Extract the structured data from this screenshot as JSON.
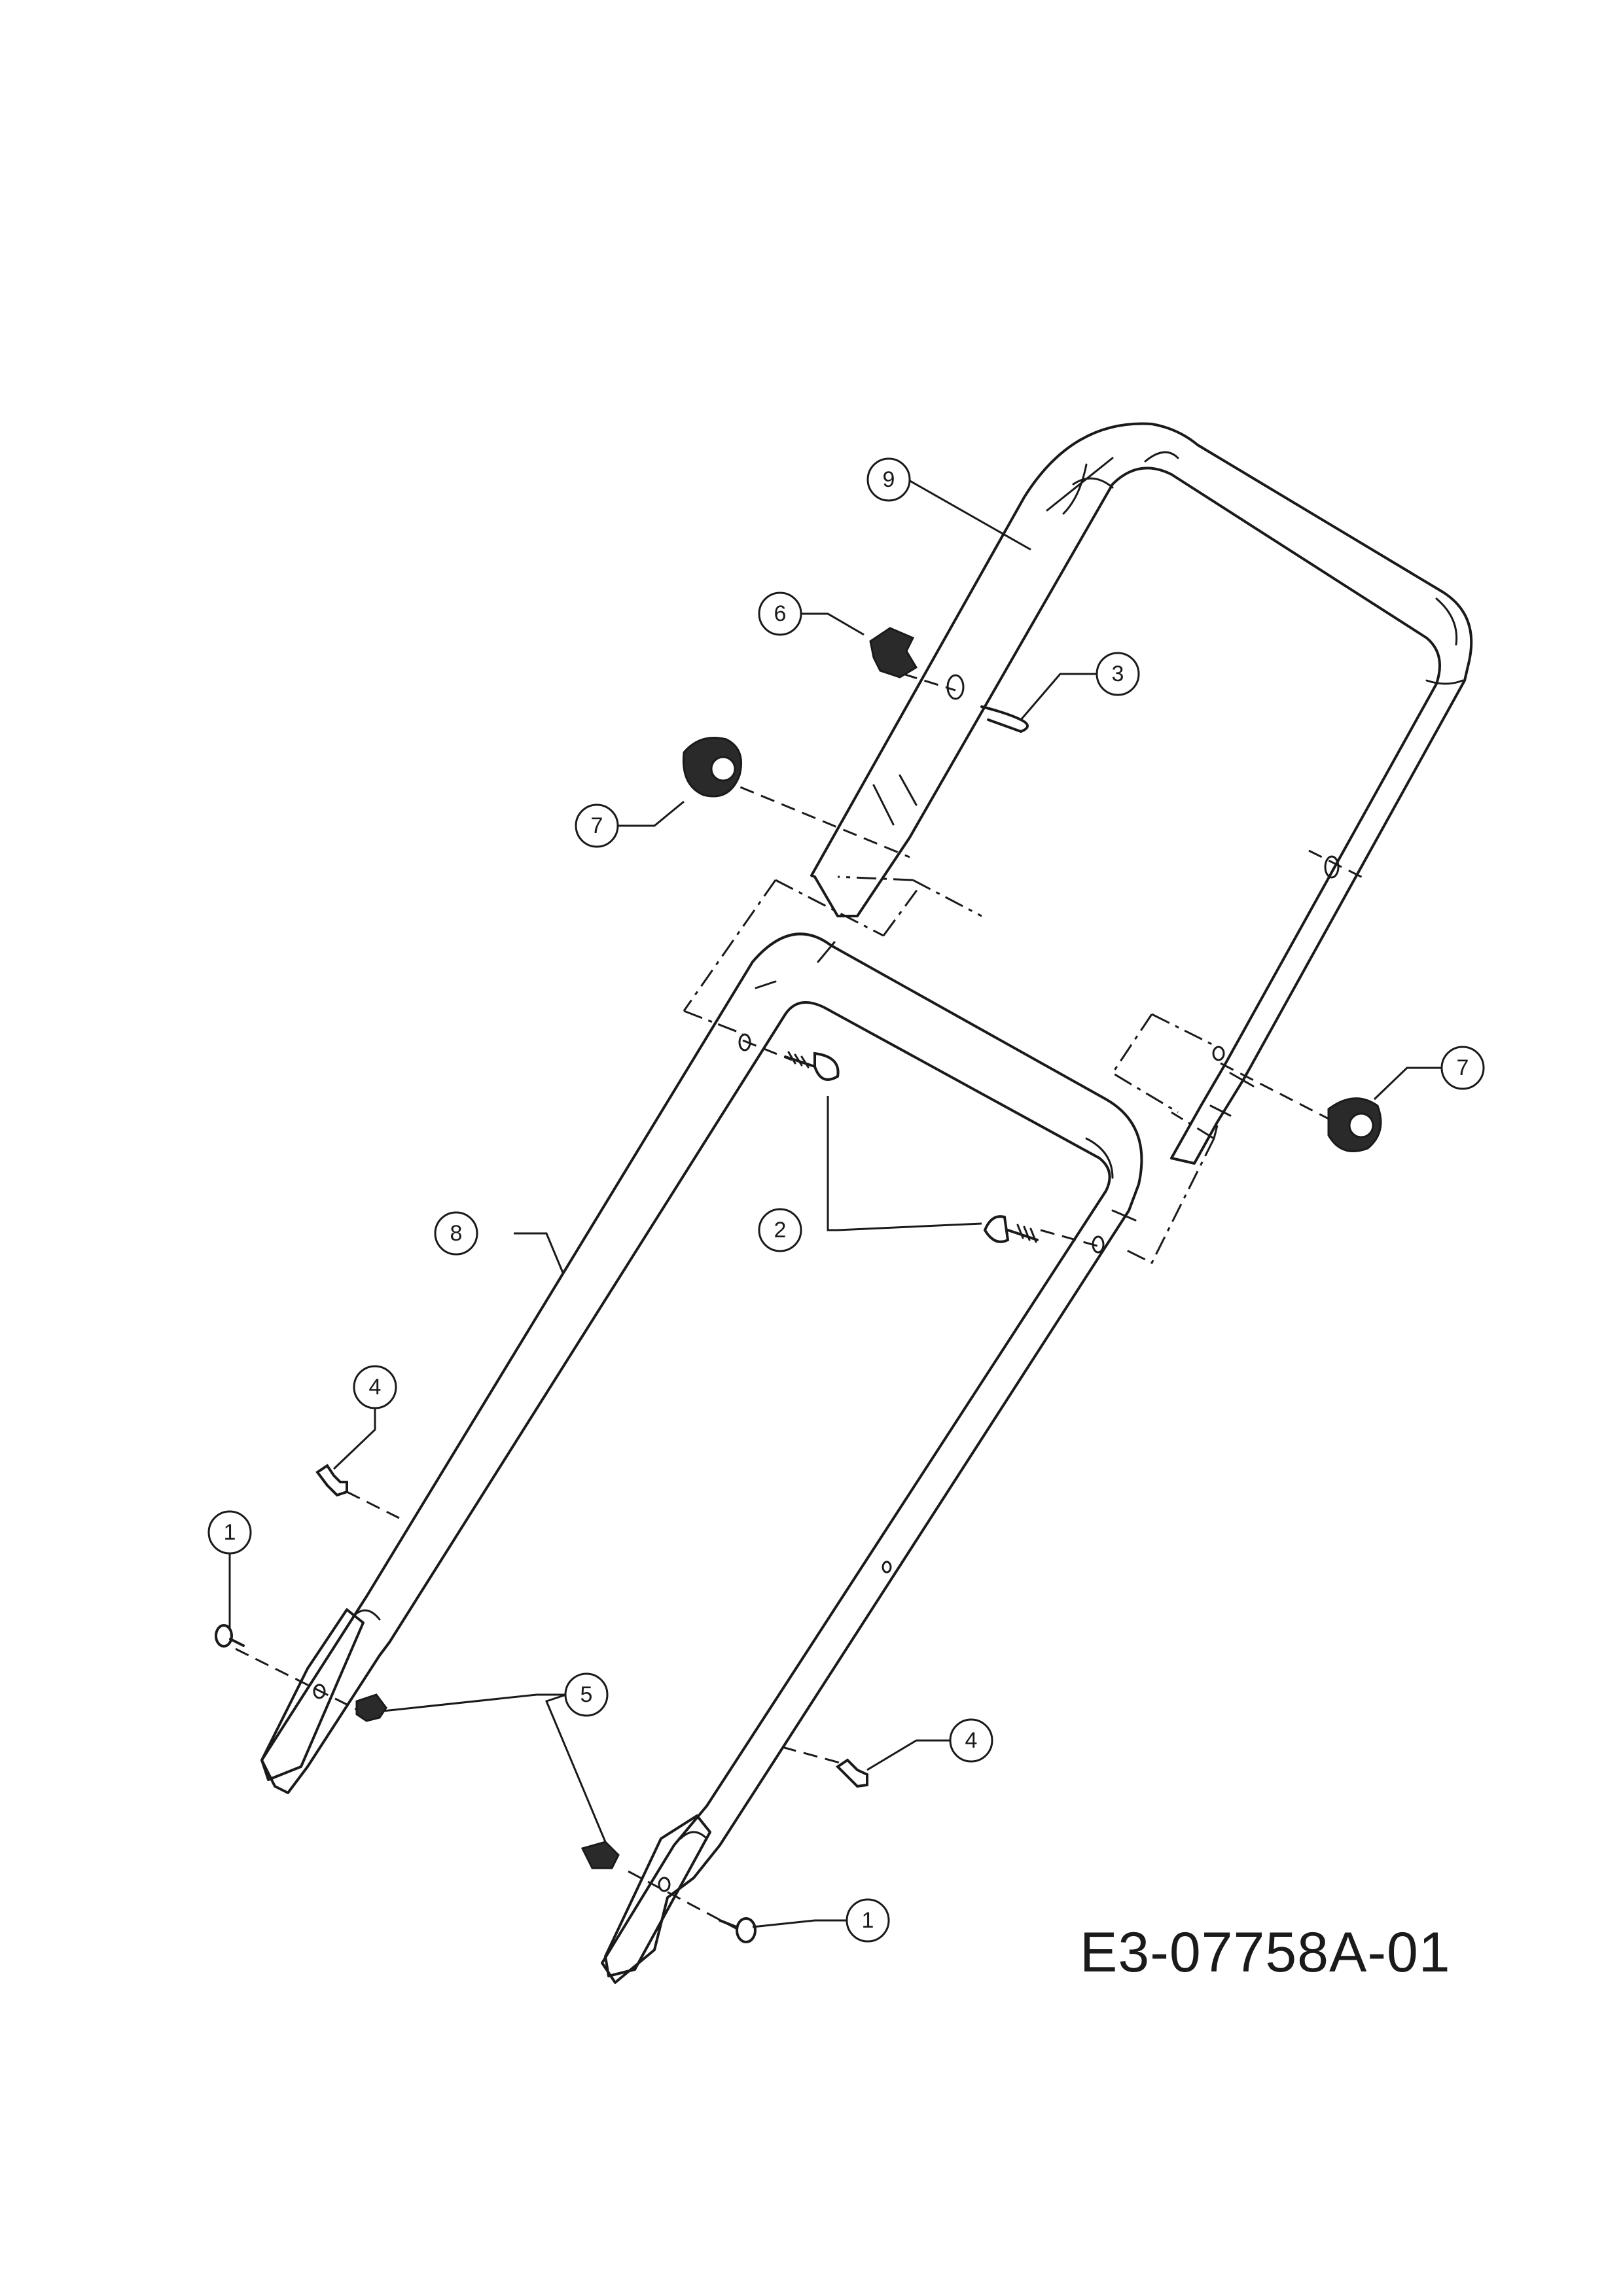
{
  "drawing_code": "E3-07758A-01",
  "callouts": [
    {
      "id": "c1a",
      "label": "1",
      "part": "bolt"
    },
    {
      "id": "c1b",
      "label": "1",
      "part": "bolt"
    },
    {
      "id": "c2",
      "label": "2",
      "part": "pin"
    },
    {
      "id": "c3",
      "label": "3",
      "part": "cable-clip"
    },
    {
      "id": "c4a",
      "label": "4",
      "part": "screw"
    },
    {
      "id": "c4b",
      "label": "4",
      "part": "screw"
    },
    {
      "id": "c5",
      "label": "5",
      "part": "wing-nut"
    },
    {
      "id": "c6",
      "label": "6",
      "part": "knob-small"
    },
    {
      "id": "c7a",
      "label": "7",
      "part": "knob"
    },
    {
      "id": "c7b",
      "label": "7",
      "part": "knob"
    },
    {
      "id": "c8",
      "label": "8",
      "part": "lower-handle"
    },
    {
      "id": "c9",
      "label": "9",
      "part": "upper-handle"
    }
  ]
}
